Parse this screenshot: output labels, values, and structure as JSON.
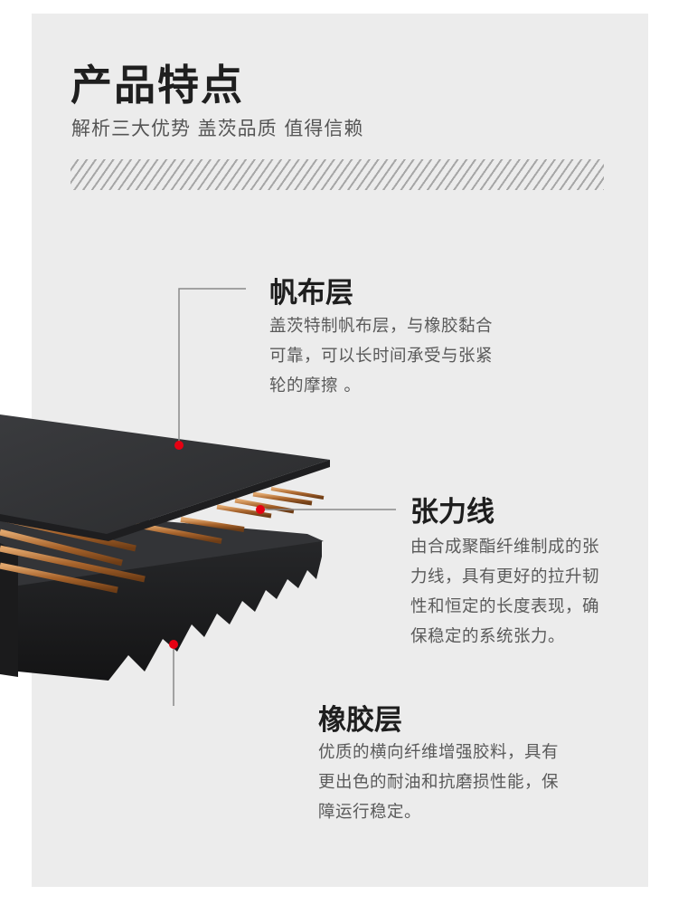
{
  "header": {
    "title": "产品特点",
    "subtitle": "解析三大优势 盖茨品质 值得信赖"
  },
  "features": [
    {
      "heading": "帆布层",
      "description": "盖茨特制帆布层，与橡胶黏合\n可靠，可以长时间承受与张紧\n轮的摩擦 。"
    },
    {
      "heading": "张力线",
      "description": "由合成聚酯纤维制成的张\n力线，具有更好的拉升韧\n性和恒定的长度表现，确\n保稳定的系统张力。"
    },
    {
      "heading": "橡胶层",
      "description": "优质的横向纤维增强胶料，具有\n更出色的耐油和抗磨损性能，保\n障运行稳定。"
    }
  ],
  "colors": {
    "panel_background": "#ececec",
    "marker_dot": "#e60012",
    "cord": "#b8743a",
    "belt": "#2e2f31"
  }
}
